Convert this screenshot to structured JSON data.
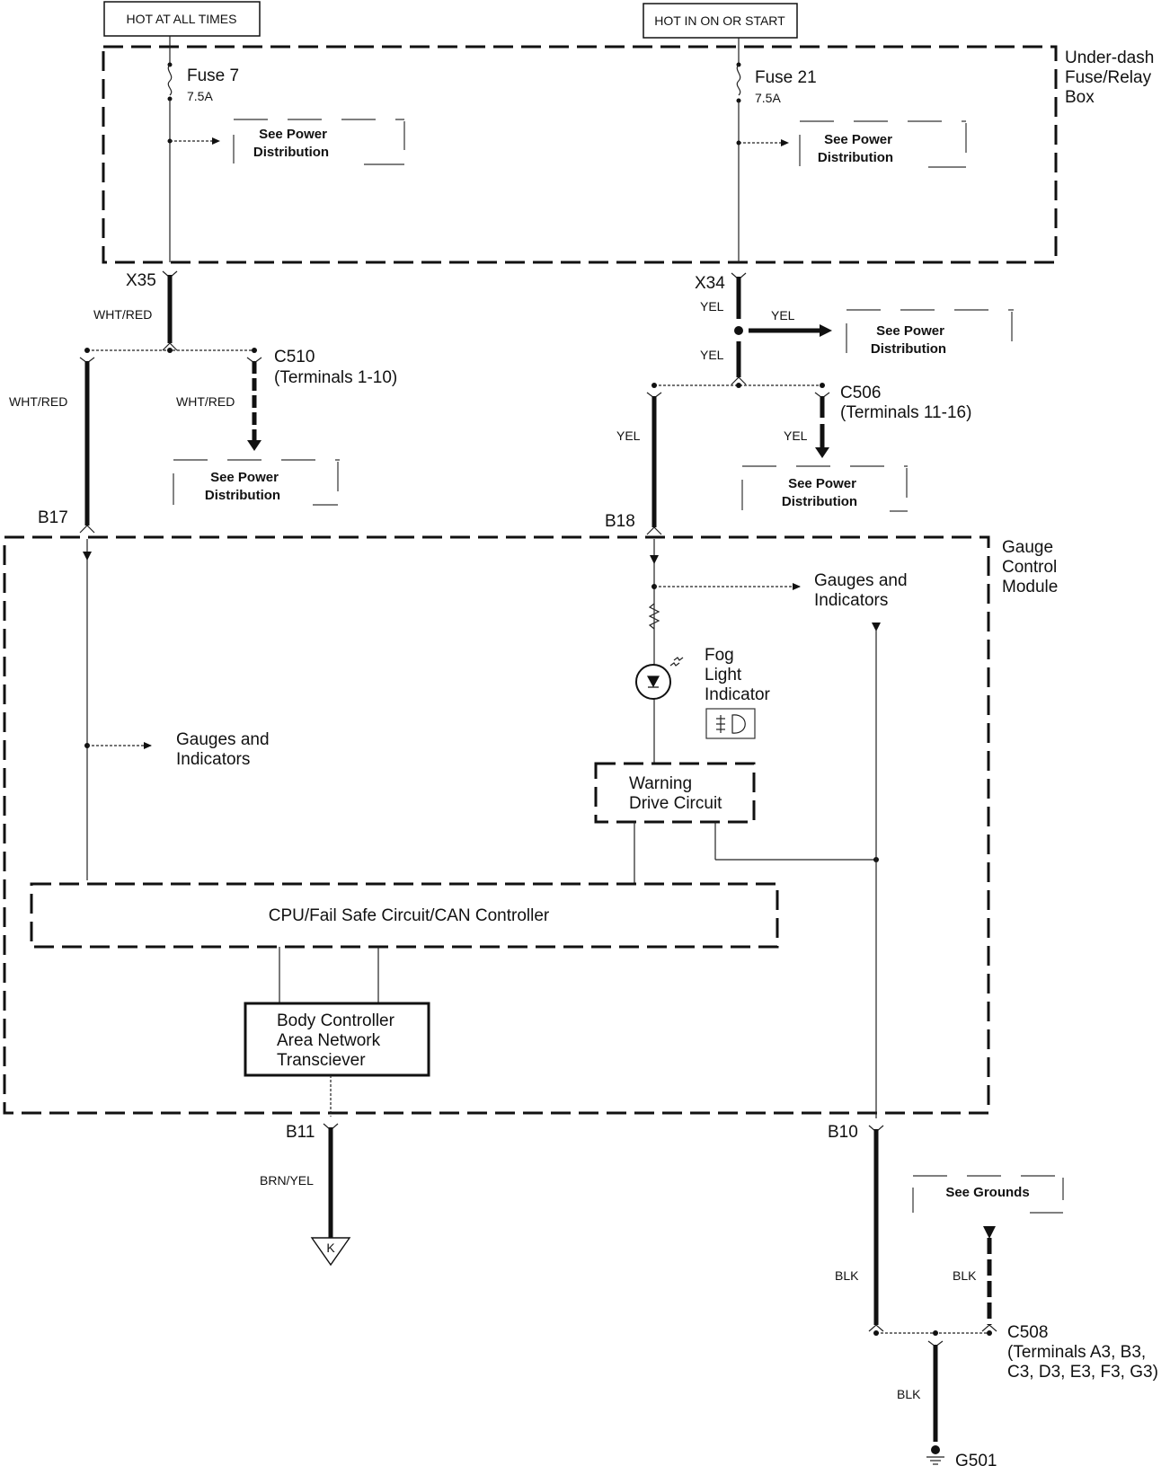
{
  "power_sources": {
    "hot_at_all_times": "HOT AT ALL TIMES",
    "hot_in_on_or_start": "HOT IN ON OR START"
  },
  "fuse_box": {
    "label_line1": "Under-dash",
    "label_line2": "Fuse/Relay",
    "label_line3": "Box",
    "fuse_left": {
      "name": "Fuse 7",
      "rating": "7.5A"
    },
    "fuse_right": {
      "name": "Fuse 21",
      "rating": "7.5A"
    }
  },
  "references": {
    "see_power_line1": "See Power",
    "see_power_line2": "Distribution",
    "see_grounds": "See Grounds"
  },
  "connectors": {
    "x35": "X35",
    "x34": "X34",
    "c510": "C510",
    "c510_terms": "(Terminals 1-10)",
    "c506": "C506",
    "c506_terms": "(Terminals 11-16)",
    "b17": "B17",
    "b18": "B18",
    "b11": "B11",
    "b10": "B10",
    "c508": "C508",
    "c508_terms_line1": "(Terminals A3, B3,",
    "c508_terms_line2": "C3, D3, E3, F3, G3)",
    "g501": "G501",
    "k_ref": "K"
  },
  "wires": {
    "wht_red": "WHT/RED",
    "yel": "YEL",
    "brn_yel": "BRN/YEL",
    "blk": "BLK"
  },
  "gauge_module": {
    "label_line1": "Gauge",
    "label_line2": "Control",
    "label_line3": "Module",
    "gauges_line1": "Gauges and",
    "gauges_line2": "Indicators",
    "fog_line1": "Fog",
    "fog_line2": "Light",
    "fog_line3": "Indicator",
    "warning_line1": "Warning",
    "warning_line2": "Drive Circuit",
    "cpu": "CPU/Fail Safe Circuit/CAN Controller",
    "bcan_line1": "Body Controller",
    "bcan_line2": "Area Network",
    "bcan_line3": "Transciever"
  }
}
